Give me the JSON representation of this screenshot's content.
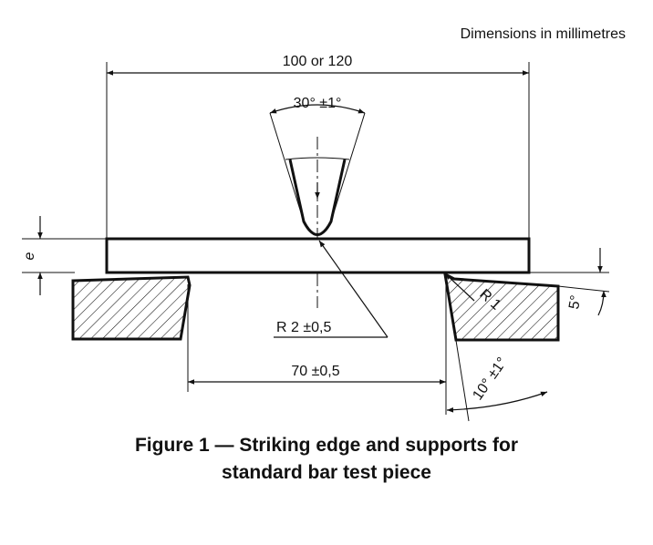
{
  "header": {
    "units_note": "Dimensions in millimetres"
  },
  "dimensions": {
    "overall_length": "100 or 120",
    "striker_angle": "30° ±1°",
    "striker_radius": "R 2 ±0,5",
    "support_span": "70 ±0,5",
    "support_radius": "R 1",
    "support_angle": "10° ±1°",
    "taper_angle": "5°",
    "thickness": "e"
  },
  "caption": {
    "line1": "Figure 1 — Striking edge and supports for",
    "line2": "standard bar test piece"
  },
  "colors": {
    "ink": "#111111",
    "background": "#ffffff"
  }
}
